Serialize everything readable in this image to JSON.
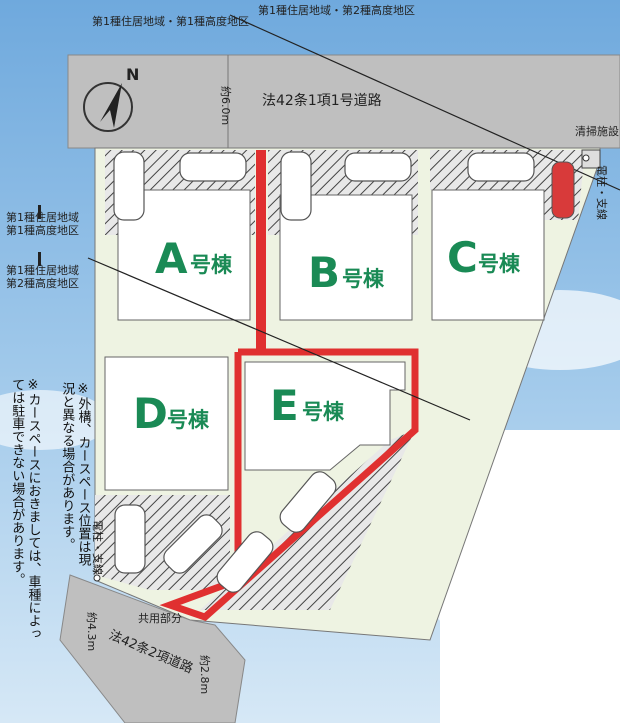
{
  "zoning": {
    "top_line": "第1種住居地域・第2種高度地区",
    "top_line2": "第1種住居地域・第1種高度地区",
    "left_a1": "第1種住居地域",
    "left_a2": "第1種高度地区",
    "left_b1": "第1種住居地域",
    "left_b2": "第2種高度地区"
  },
  "roads": {
    "north_label": "法42条1項1号道路",
    "north_width": "約6.0m",
    "south_label": "法42条2項道路",
    "south_width_a": "約4.3m",
    "south_width_b": "約2.8m"
  },
  "facilities": {
    "cleaning": "清掃施設",
    "pole_right": "電柱・支線",
    "pole_left": "電柱・支線",
    "shared": "共用部分"
  },
  "compass": {
    "north": "N"
  },
  "lots": [
    {
      "letter": "A",
      "suffix": "号棟"
    },
    {
      "letter": "B",
      "suffix": "号棟"
    },
    {
      "letter": "C",
      "suffix": "号棟"
    },
    {
      "letter": "D",
      "suffix": "号棟"
    },
    {
      "letter": "E",
      "suffix": "号棟"
    }
  ],
  "notes": {
    "note1": "※外構、カースペース位置は現況と異なる場合があります。",
    "note2": "※カースペースにおきましては、車種によっては駐車できない場合があります。"
  },
  "colors": {
    "accent_red": "#e03030",
    "lot_green": "#1a8a55",
    "road_gray": "#bfbfbf",
    "site_green": "#eef3e2"
  }
}
